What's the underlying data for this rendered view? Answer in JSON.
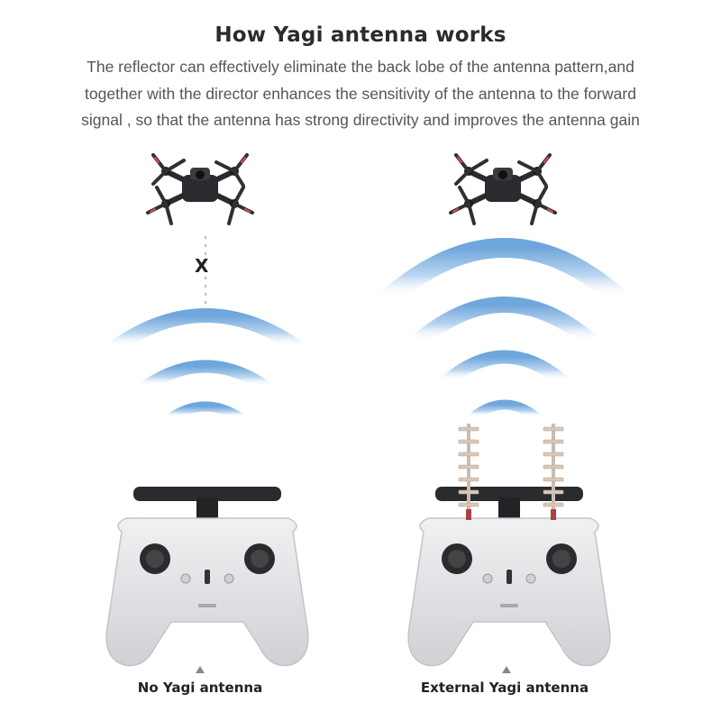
{
  "header": {
    "title": "How Yagi antenna works",
    "description": "The reflector can effectively eliminate the back lobe of the antenna pattern,and together with the director enhances the sensitivity of the antenna to the forward signal , so that the antenna has strong directivity and improves the antenna gain"
  },
  "left_panel": {
    "caption": "No Yagi antenna",
    "blocked_mark": "X"
  },
  "right_panel": {
    "caption": "External Yagi antenna"
  },
  "colors": {
    "signal_wave": "#8fbde6",
    "controller_body": "#e6e7e9",
    "controller_grip": "#1f1f21",
    "drone_body": "#2a2b2e",
    "propeller_accent": "#d9534f",
    "antenna": "#d9c7b8"
  }
}
